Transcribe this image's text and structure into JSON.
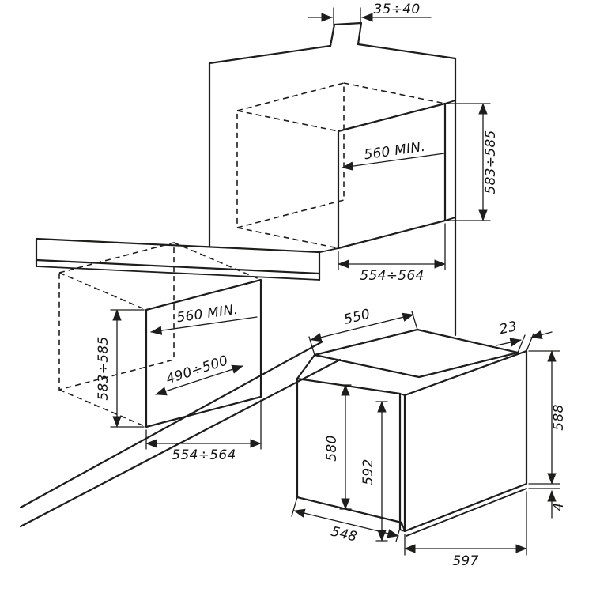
{
  "diagram": {
    "kind": "built-in oven installation drawing",
    "line_color": "#1d1d1b",
    "background": "#ffffff",
    "dimensions": {
      "top_gap": "35÷40",
      "upper_niche": {
        "depth_min": "560 MIN.",
        "height": "583÷585",
        "width": "554÷564"
      },
      "base_niche": {
        "depth_min": "560 MIN.",
        "height": "583÷585",
        "width": "554÷564",
        "bottom_depth": "490÷500"
      },
      "oven": {
        "top_width": "550",
        "overhang": "23",
        "side_height": "588",
        "body_height": "580",
        "front_height": "592",
        "bottom_gap": "4",
        "body_depth": "548",
        "front_width": "597"
      }
    }
  }
}
